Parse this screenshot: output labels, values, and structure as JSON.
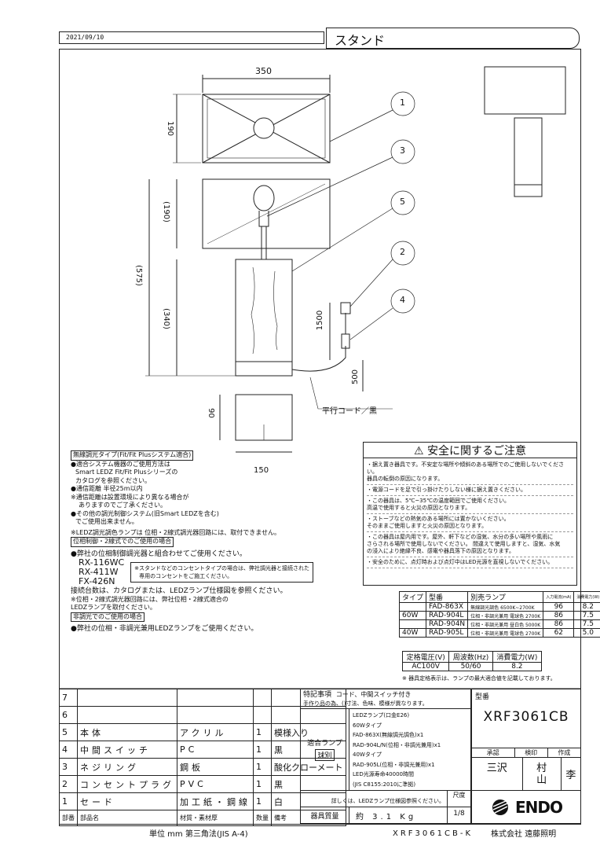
{
  "header": {
    "date": "2021/09/10",
    "title": "スタンド"
  },
  "dims": {
    "top_width": "350",
    "top_depth": "190",
    "shade_h": "(190)",
    "total_h": "(575)",
    "body_h": "(340)",
    "base_h": "90",
    "base_w": "150",
    "cord_len": "1500",
    "switch_len": "500"
  },
  "callouts": [
    "1",
    "3",
    "5",
    "2",
    "4"
  ],
  "cord_label": "平行コード／黒",
  "notes": {
    "wireless_title": "無線調光タイプ(Fit/Fit Plusシステム適合)",
    "wireless_lines": [
      "●適合システム機器のご使用方法は",
      "Smart LEDZ Fit/Fit Plusシリーズの",
      "カタログを参照ください。",
      "●通信距離 半径25m以内",
      "※通信距離は設置環境により異なる場合が",
      "ありますのでご了承ください。",
      "●その他の調光制御システム(旧Smart LEDZを含む)",
      "でご使用出来ません。"
    ],
    "ledz_note": "※LEDZ調光調色ランプは 位相・2線式調光器回路には、取付できません。",
    "phase_title": "位相制御・2線式でのご使用の場合",
    "phase_line": "●弊社の位相制御調光器と組合わせてご使用ください。",
    "dimmers": [
      "RX-116WC",
      "RX-411W",
      "FX-426N"
    ],
    "outlet_note": [
      "※スタンドなどのコンセントタイプの場合は、弊社調光器と接続された",
      "専用のコンセントをご施工ください。"
    ],
    "connect_note": "接続台数は、カタログまたは、LEDZランプ仕様図を参照ください。",
    "phase_note": [
      "※位相・2線式調光器回路には、弊社位相・2線式適合の",
      "LEDZランプを取付ください。"
    ],
    "nondim_title": "非調光でのご使用の場合",
    "nondim_line": "●弊社の位相・非調光兼用LEDZランプをご使用ください。"
  },
  "safety": {
    "title": "安全に関するご注意",
    "items": [
      "・据え置き器具です。不安定な場所や傾斜のある場所でのご使用しないでください。\n器具の転倒の原因になります。",
      "・電源コードを足で引っ掛けたりしない様に据え置きください。",
      "・この器具は、5℃~35℃の温度範囲でご使用ください。\n高温で使用すると火災の原因となります。",
      "・ストーブなどの熱気のある場所には置かないください。\nそのままご使用しますと火災の原因となります。",
      "・この器具は屋内用です。屋外、軒下などの湿気、水分の多い場所や風雨に\nさらされる場所で使用しないでください。 間違えて使用しますと、湿気、水気\nの浸入により絶縁不良、感電や器具落下の原因となります。",
      "・安全のために、点灯時および点灯中はLED光源を直視しないでください。"
    ]
  },
  "lamp_table": {
    "headers": [
      "タイプ",
      "型番",
      "別売ランプ",
      "入力電流(mA)",
      "消費電力(W)"
    ],
    "rows": [
      [
        "",
        "FAD-863X",
        "無線調光調色 6500K~2700K",
        "96",
        "8.2"
      ],
      [
        "60W",
        "RAD-904L",
        "位相・非調光兼用 電球色 2700K",
        "86",
        "7.5"
      ],
      [
        "",
        "RAD-904N",
        "位相・非調光兼用 昼白色 5000K",
        "86",
        "7.5"
      ],
      [
        "40W",
        "RAD-905L",
        "位相・非調光兼用 電球色 2700K",
        "62",
        "5.0"
      ]
    ]
  },
  "rating_table": {
    "headers": [
      "定格電圧(V)",
      "周波数(Hz)",
      "消費電力(W)"
    ],
    "values": [
      "AC100V",
      "50/60",
      "8.2"
    ],
    "note": "※ 器具定格表示は、ランプの最大適合値を記載しております。"
  },
  "parts": {
    "headers": [
      "部番",
      "部品名",
      "材質・素材厚",
      "数量",
      "備考"
    ],
    "rows": [
      [
        "7",
        "",
        "",
        "",
        ""
      ],
      [
        "6",
        "",
        "",
        "",
        ""
      ],
      [
        "5",
        "本体",
        "アクリル",
        "1",
        "模様入り"
      ],
      [
        "4",
        "中間スイッチ",
        "PC",
        "1",
        "黒"
      ],
      [
        "3",
        "ネジリング",
        "鋼板",
        "1",
        "酸化クローメート"
      ],
      [
        "2",
        "コンセントプラグ",
        "PVC",
        "1",
        "黒"
      ],
      [
        "1",
        "セード",
        "加工紙・鋼線",
        "1",
        "白"
      ]
    ]
  },
  "specs": {
    "special_label": "特記事項",
    "special": "コード、中間スイッチ付き",
    "special2": "手作り品の為、()寸法、色味、模様が異なります。",
    "lamp_label": "適合ランプ",
    "lamp_sep": "球別",
    "lamp_lines": [
      "LEDZランプ(口金E26)",
      "60Wタイプ",
      "FAD-863X(無線調光調色)x1",
      "RAD-904L/N(位相・非調光兼用)x1",
      "40Wタイプ",
      "RAD-905L(位相・非調光兼用)x1",
      "LED光源寿命40000時間",
      "(JIS C8155:2010に準拠)"
    ],
    "detail": "詳しくは、LEDZランプ仕様図参照ください。",
    "weight_label": "器具質量",
    "weight": "約 3.1 Kg",
    "scale_label": "尺度",
    "scale": "1/8"
  },
  "model": {
    "label": "型番",
    "value": "XRF3061CB"
  },
  "approval": {
    "headers": [
      "承認",
      "検印",
      "作成"
    ],
    "names": [
      "三沢",
      "村山",
      "李"
    ]
  },
  "brand": "ENDO",
  "footer": {
    "units": "単位 mm 第三角法(JIS A-4)",
    "doc": "XRF3061CB-K",
    "company": "株式会社 遠藤照明"
  }
}
